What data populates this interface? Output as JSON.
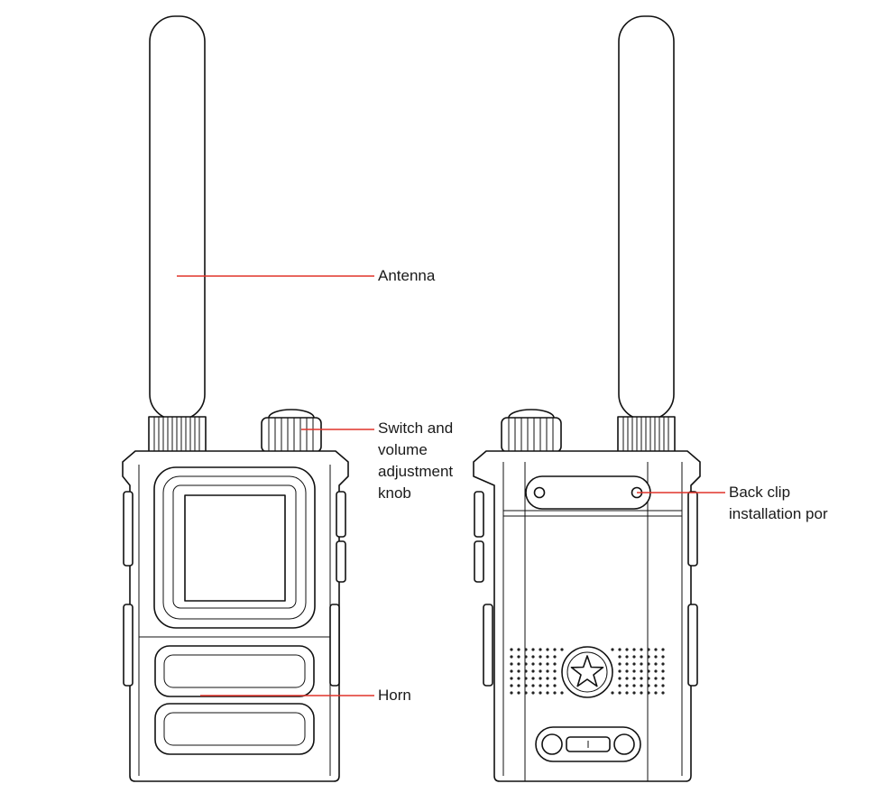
{
  "callouts": {
    "antenna": "Antenna",
    "knob_line1": "Switch and",
    "knob_line2": "volume",
    "knob_line3": "adjustment",
    "knob_line4": "knob",
    "horn": "Horn",
    "clip_line1": "Back clip",
    "clip_line2": "installation por"
  },
  "colors": {
    "leader_line": "#e0332a",
    "outline": "#111111",
    "background": "#ffffff"
  },
  "icons": {
    "back_emblem": "star-icon"
  }
}
